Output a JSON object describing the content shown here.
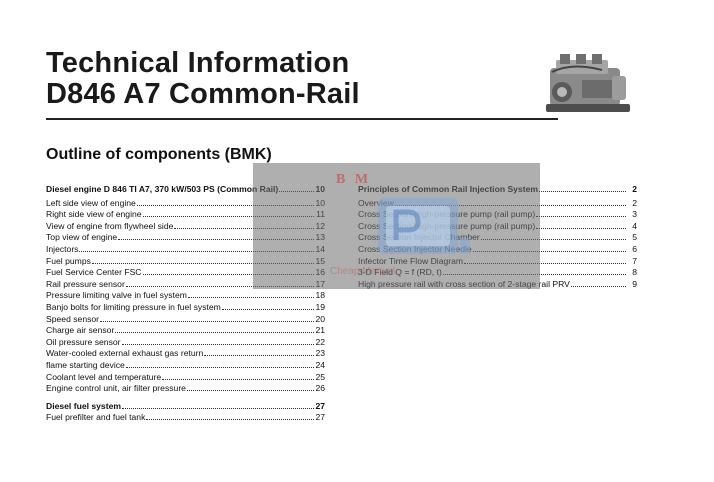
{
  "title": {
    "line1": "Technical Information",
    "line2": "D846 A7 Common-Rail"
  },
  "section_heading": "Outline of components (BMK)",
  "toc_left": [
    {
      "label": "Diesel engine D 846 TI A7, 370 kW/503 PS (Common Rail)",
      "page": "10",
      "bold": true
    },
    {
      "label": "Left side view of engine",
      "page": "10"
    },
    {
      "label": "Right side view of engine",
      "page": "11"
    },
    {
      "label": "View of engine from flywheel side",
      "page": "12"
    },
    {
      "label": "Top view of engine",
      "page": "13"
    },
    {
      "label": "Injectors",
      "page": "14"
    },
    {
      "label": "Fuel pumps",
      "page": "15"
    },
    {
      "label": "Fuel Service Center FSC",
      "page": "16"
    },
    {
      "label": "Rail pressure sensor",
      "page": "17"
    },
    {
      "label": "Pressure limiting valve in fuel system",
      "page": "18"
    },
    {
      "label": "Banjo bolts for limiting pressure in fuel system",
      "page": "19"
    },
    {
      "label": "Speed sensor",
      "page": "20"
    },
    {
      "label": "Charge air sensor",
      "page": "21"
    },
    {
      "label": "Oil pressure sensor",
      "page": "22"
    },
    {
      "label": "Water-cooled external exhaust gas return",
      "page": "23"
    },
    {
      "label": "flame starting device",
      "page": "24"
    },
    {
      "label": "Coolant level and temperature",
      "page": "25"
    },
    {
      "label": "Engine control unit, air filter pressure",
      "page": "26"
    },
    {
      "label": "Diesel fuel system",
      "page": "27",
      "bold": true
    },
    {
      "label": "Fuel prefilter and fuel tank",
      "page": "27"
    }
  ],
  "toc_right": [
    {
      "label": "Principles of Common Rail Injection System",
      "page": "2",
      "bold": true
    },
    {
      "label": "Overview",
      "page": "2"
    },
    {
      "label": "Cross Section High-pressure pump (rail pump)",
      "page": "3"
    },
    {
      "label": "Cross Section High-pressure pump (rail pump)",
      "page": "4"
    },
    {
      "label": "Cross Section Injector Chamber",
      "page": "5"
    },
    {
      "label": "Cross Section Injector Needle",
      "page": "6"
    },
    {
      "label": "Infector Time Flow Diagram",
      "page": "7"
    },
    {
      "label": "3-D Field Q = f (RD, t)",
      "page": "8"
    },
    {
      "label": "High pressure rail with cross section of 2-stage rail PRV",
      "page": "9"
    }
  ],
  "watermark": {
    "text": "B M",
    "subtext": "Cheap Manual"
  },
  "colors": {
    "text": "#111111",
    "watermark_overlay": "#6e6e6e",
    "watermark_blue": "#7fa6d6"
  },
  "icons": {
    "engine": "engine-photo-icon"
  }
}
